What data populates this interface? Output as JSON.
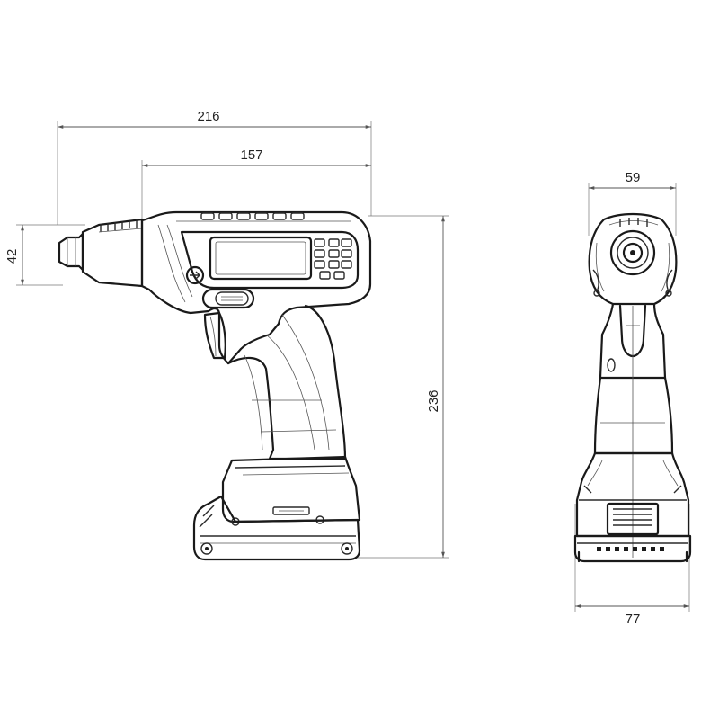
{
  "dimensions": {
    "side_total_length": "216",
    "side_body_length": "157",
    "side_nose_height": "42",
    "side_total_height": "236",
    "front_top_width": "59",
    "front_base_width": "77"
  },
  "colors": {
    "line": "#1a1a1a",
    "dimension_line": "#555555",
    "background": "#ffffff"
  },
  "icons": [
    "arrow-button-icon",
    "keypad-icon",
    "display-screen-icon"
  ]
}
